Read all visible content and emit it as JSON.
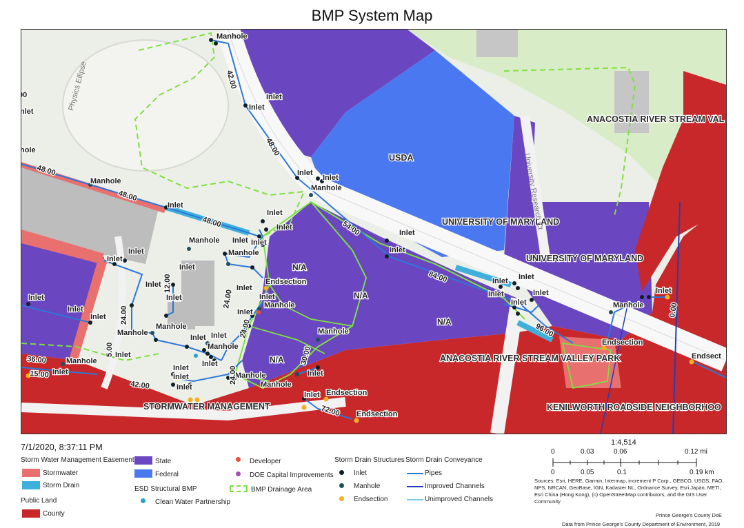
{
  "title": "BMP System Map",
  "timestamp": "7/1/2020, 8:37:11 PM",
  "colors": {
    "state": "#6a46c0",
    "federal": "#4a78f0",
    "county": "#c8282a",
    "stormwater_easement": "#e8706e",
    "storm_drain_easement": "#3fb0dc",
    "developer": "#e8503a",
    "doe_capital": "#a34fb0",
    "clean_water": "#2aa0d0",
    "drainage_area": "#7de040",
    "inlet": "#102028",
    "manhole": "#1f5060",
    "endsection": "#f0b020",
    "pipes": "#2c78d8",
    "improved_channels": "#1f3fb8",
    "unimproved_channels": "#7ac8ec"
  },
  "map_labels": {
    "usda": "USDA",
    "umd_1": "UNIVERSITY OF MARYLAND",
    "umd_2": "UNIVERSITY OF MARYLAND",
    "anacostia_top": "ANACOSTIA RIVER STREAM VAL",
    "anacostia_park": "ANACOSTIA RIVER STREAM VALLEY PARK",
    "stormwater_mgmt": "STORMWATER MANAGEMENT",
    "kenilworth": "KENILWORTH ROADSIDE NEIGHBORHOO",
    "na_1": "N/A",
    "na_2": "N/A",
    "na_3": "N/A",
    "na_4": "N/A",
    "physics_ellipse": "Physics Ellipse",
    "research_ct": "University Research Ct",
    "edge_00": "00",
    "edge_inlet_1": "nlet",
    "edge_hole": "hole"
  },
  "structure_labels": {
    "inlet": "Inlet",
    "manhole": "Manhole",
    "endsection": "Endsection",
    "endsect_cut": "Endsect",
    "manhole_cut": "Manhole"
  },
  "pipe_sizes": {
    "p42": "42.00",
    "p48a": "48.00",
    "p48b": "48.00",
    "p48c": "48.00",
    "p48d": "48.00",
    "p54": "54.00",
    "p84": "84.00",
    "p96": "96.00",
    "p12": "12.00",
    "p24a": "24.00",
    "p24b": "24.00",
    "p24c": "24.00",
    "p24d": "24.00",
    "p30": "30.00",
    "p36": "36.00",
    "p15": "15.00",
    "p4200": "42.00",
    "p72": "72.00",
    "p0": "0.00",
    "p5": "5.00"
  },
  "legend": {
    "easement_title": "Storm Water Management Easement",
    "stormwater": "Stormwater",
    "storm_drain": "Storm Drain",
    "public_land_title": "Public Land",
    "county": "County",
    "state": "State",
    "federal": "Federal",
    "esd_title": "ESD Structural BMP",
    "clean_water": "Clean Water Partnership",
    "developer": "Developer",
    "doe_capital": "DOE Capital Improvements",
    "drainage_area": "BMP Drainage Area",
    "structures_title": "Storm Drain Structures",
    "inlet": "Inlet",
    "manhole": "Manhole",
    "endsection": "Endsection",
    "conveyance_title": "Storm Drain Conveyance",
    "pipes": "Pipes",
    "improved": "Improved Channels",
    "unimproved": "Unimproved Channels"
  },
  "scale": {
    "ratio": "1:4,514",
    "mi_ticks": [
      "0",
      "0.03",
      "0.06",
      "0.12 mi"
    ],
    "km_ticks": [
      "0",
      "0.05",
      "0.1",
      "0.19 km"
    ]
  },
  "credits": "Sources: Esri, HERE, Garmin, Intermap, increment P Corp., GEBCO, USGS, FAO, NPS, NRCAN, GeoBase, IGN, Kadaster NL, Ordnance Survey, Esri Japan, METI, Esri China (Hong Kong), (c) OpenStreetMap contributors, and the GIS User Community",
  "footer_org": "Prince George's County DoE",
  "footer_data": "Data from Prince George's County Department of Environment, 2019"
}
